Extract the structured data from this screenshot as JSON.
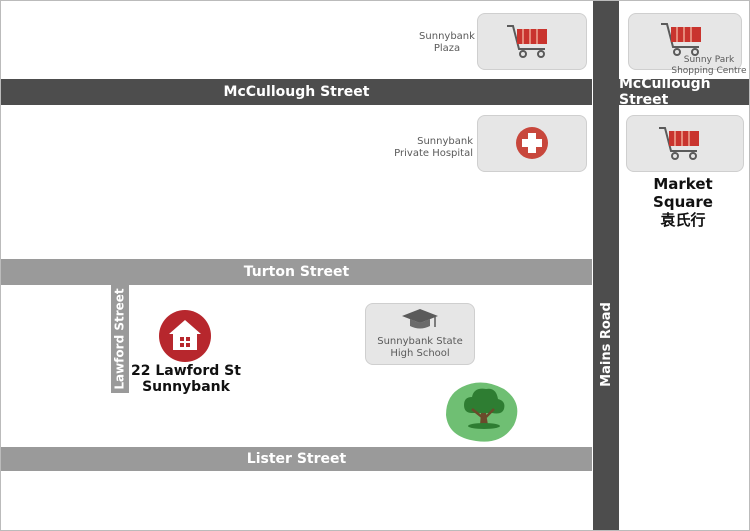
{
  "roads": {
    "mccullough": "McCullough Street",
    "mccullough_east": "McCullough Street",
    "turton": "Turton Street",
    "lister": "Lister Street",
    "mains": "Mains Road",
    "lawford": "Lawford Street"
  },
  "places": {
    "plaza": {
      "line1": "Sunnybank",
      "line2": "Plaza",
      "icon": "shopping-cart-icon"
    },
    "sunny_park": {
      "line1": "Sunny Park",
      "line2": "Shopping Centre",
      "icon": "shopping-cart-icon"
    },
    "hospital": {
      "line1": "Sunnybank",
      "line2": "Private Hospital",
      "icon": "medical-cross-icon"
    },
    "market": {
      "line1": "Market Square",
      "line2": "袁氏行",
      "icon": "shopping-cart-icon"
    },
    "school": {
      "line1": "Sunnybank State",
      "line2": "High School",
      "icon": "graduation-cap-icon"
    },
    "home": {
      "line1": "22 Lawford St",
      "line2": "Sunnybank",
      "icon": "house-icon"
    },
    "park": {
      "icon": "tree-icon"
    }
  },
  "colors": {
    "road_dark": "#4d4d4d",
    "road_light": "#9a9a9a",
    "cart_red": "#c9342e",
    "home_red": "#b7272d",
    "hospital_red": "#c8473c",
    "tree_green": "#2e7d32",
    "park_green": "#6fbf73"
  }
}
